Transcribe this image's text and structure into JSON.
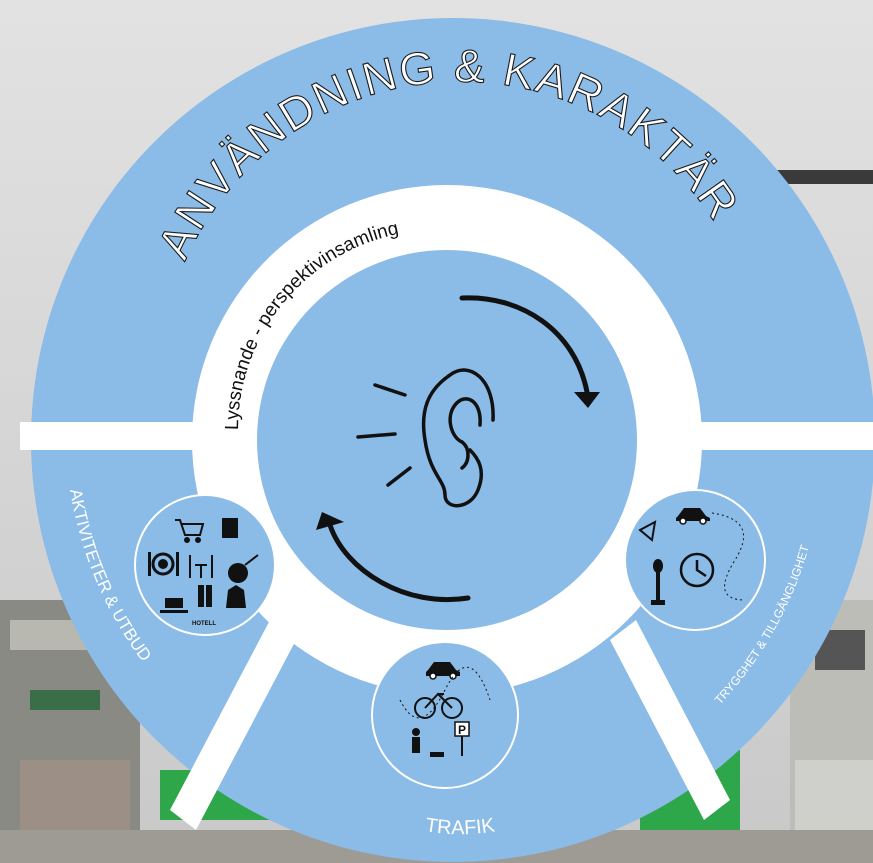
{
  "diagram": {
    "outer_ring_title": "ANVÄNDNING & KARAKTÄR",
    "inner_ring_label": "Lyssnande - perspektivinsamling",
    "center_icon": "ear-listening-icon",
    "cycle_arrows": [
      "clockwise-arrow-icon",
      "counterclockwise-arrow-icon"
    ],
    "segments": [
      {
        "label": "AKTIVITETER & UTBUD",
        "icons": [
          "shopping-cart-icon",
          "shop-icon",
          "dining-icon",
          "cafe-table-icon",
          "knitting-icon",
          "coffee-cup-icon",
          "clothes-icon",
          "hotel-icon"
        ],
        "icon_caption": "HOTELL"
      },
      {
        "label": "TRAFIK",
        "icons": [
          "car-icon",
          "bicycle-icon",
          "parking-sign-icon",
          "pedestrian-with-dog-icon"
        ]
      },
      {
        "label": "TRYGGHET & TILLGÄNGLIGHET",
        "icons": [
          "car-icon",
          "street-lamp-icon",
          "clock-icon",
          "camera-icon"
        ]
      }
    ]
  },
  "colors": {
    "ring_blue": "#8bbbe7",
    "inner_blue": "#8bbbe7",
    "white": "#ffffff",
    "ink": "#111111"
  },
  "background": {
    "description_icon": "street-photo-background"
  }
}
